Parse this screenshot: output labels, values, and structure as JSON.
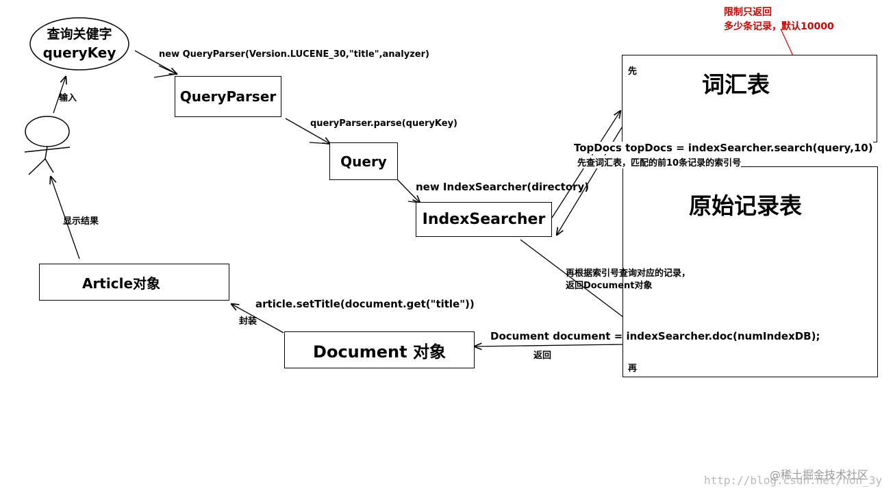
{
  "user": {
    "query_key": "查询关健字",
    "query_key_en": "queryKey",
    "input_label": "输入",
    "display_label": "显示结果"
  },
  "nodes": {
    "query_parser": "QueryParser",
    "query": "Query",
    "index_searcher": "IndexSearcher",
    "article": "Article对象",
    "document": "Document 对象"
  },
  "edges": {
    "new_query_parser": "new QueryParser(Version.LUCENE_30,\"title\",analyzer)",
    "parse": "queryParser.parse(queryKey)",
    "new_index_searcher": "new IndexSearcher(directory)",
    "search": "TopDocs topDocs = indexSearcher.search(query,10)",
    "search_note": "先查词汇表，匹配的前10条记录的索引号",
    "doc_note_1": "再根据索引号查询对应的记录，",
    "doc_note_2": "返回Document对象",
    "doc_call": "Document document = indexSearcher.doc(numIndexDB);",
    "return_label": "返回",
    "set_title": "article.setTitle(document.get(\"title\"))",
    "wrap_label": "封装"
  },
  "tables": {
    "first_tag": "先",
    "vocabulary": "词汇表",
    "second_tag": "再",
    "raw_records": "原始记录表"
  },
  "note": {
    "line1": "限制只返回",
    "line2": "多少条记录，默认10000"
  },
  "watermark": {
    "site": "@稀土掘金技术社区",
    "url": "http://blog.csdn.net/hon_3y"
  },
  "colors": {
    "note": "#d00000",
    "line": "#000000"
  }
}
